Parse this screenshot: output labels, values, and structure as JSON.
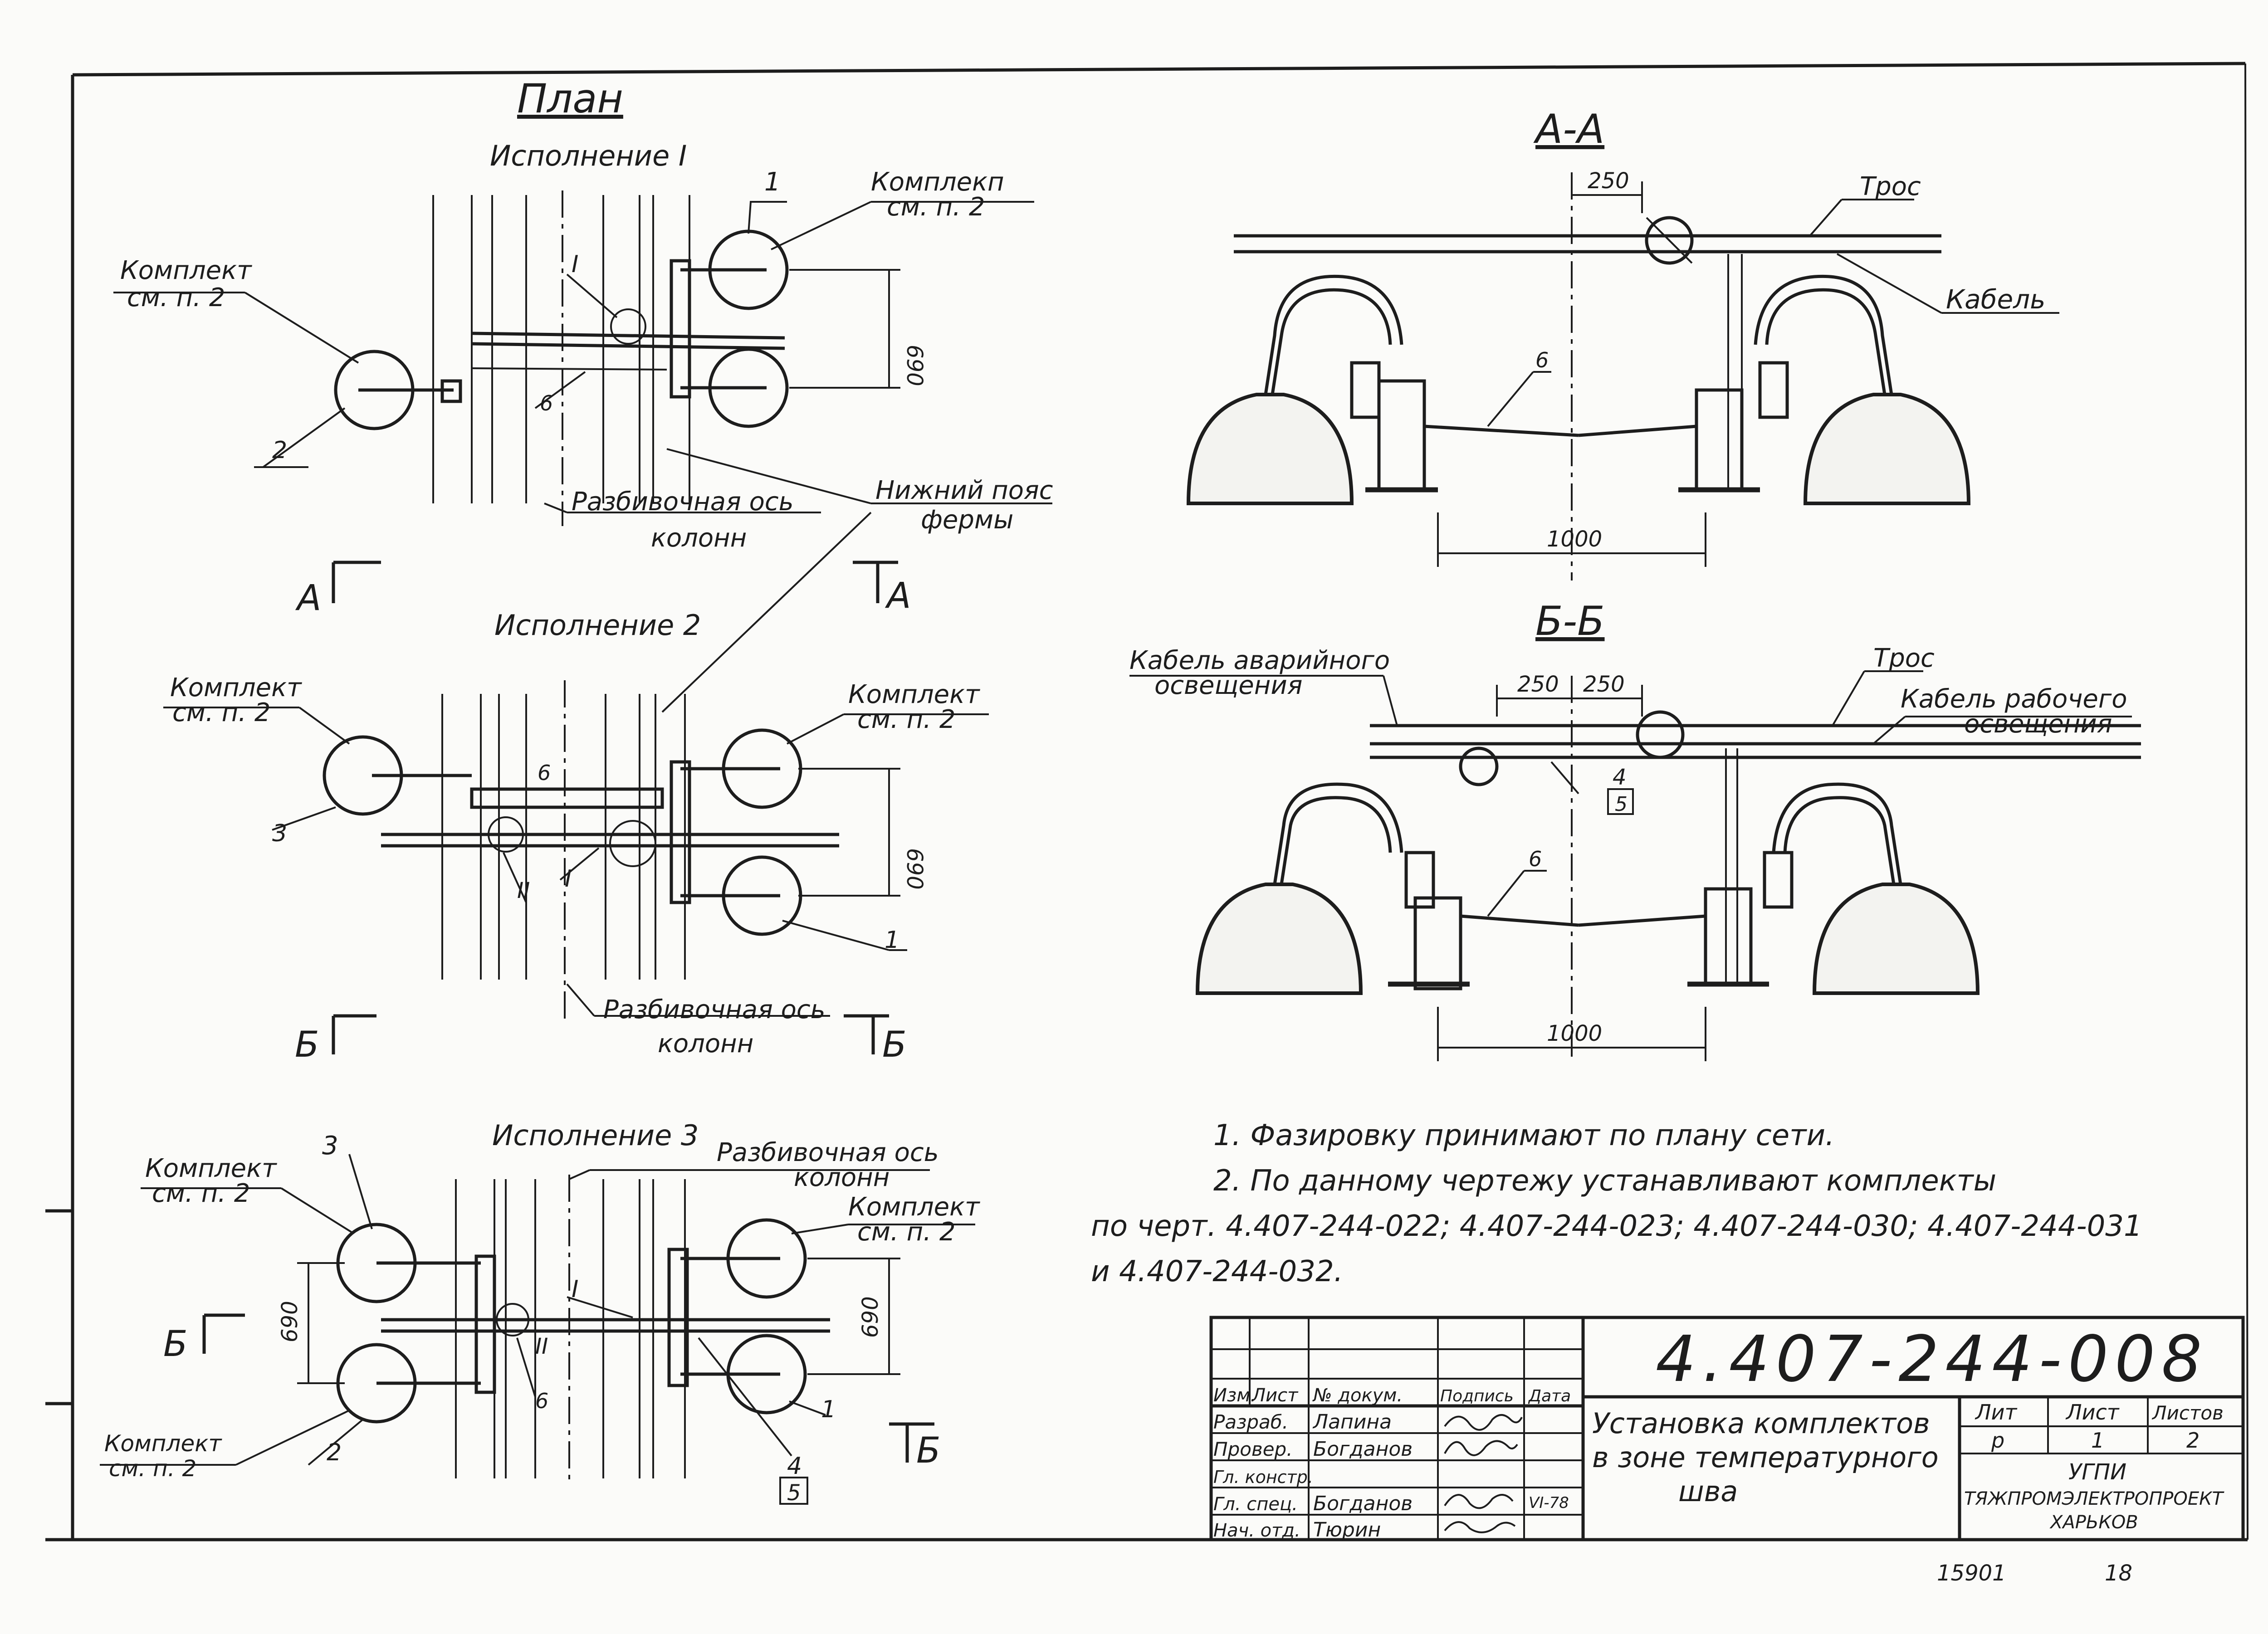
{
  "plan": {
    "title": "План",
    "variant1": "Исполнение I",
    "variant2": "Исполнение 2",
    "variant3": "Исполнение 3"
  },
  "labels": {
    "komplekt": "Комплект",
    "komplekt_ref": "см. п. 2",
    "komplekt_typo": "Комплекп",
    "axis_line1": "Разбивочная ось",
    "axis_line2": "колонн",
    "truss_line1": "Нижний пояс",
    "truss_line2": "фермы",
    "dim_690": "690",
    "item_1": "1",
    "item_2": "2",
    "item_3": "3",
    "item_4": "4",
    "item_5": "5",
    "item_6": "6",
    "node_I": "I",
    "node_II": "II",
    "cut_A": "А",
    "cut_B": "Б"
  },
  "section_aa": {
    "title": "А-А",
    "dim_250": "250",
    "dim_1000": "1000",
    "tros": "Трос",
    "kabel": "Кабель",
    "item_6": "6"
  },
  "section_bb": {
    "title": "Б-Б",
    "dim_250a": "250",
    "dim_250b": "250",
    "dim_1000": "1000",
    "tros": "Трос",
    "emergency_line1": "Кабель аварийного",
    "emergency_line2": "освещения",
    "working_line1": "Кабель рабочего",
    "working_line2": "освещения",
    "item_4": "4",
    "item_5": "5",
    "item_6": "6"
  },
  "notes": {
    "n1": "1. Фазировку принимают по плану сети.",
    "n2": "2. По данному чертежу устанавливают комплекты",
    "n2_line2": "по черт. 4.407-244-022; 4.407-244-023; 4.407-244-030; 4.407-244-031",
    "n2_line3": "и 4.407-244-032."
  },
  "title_block": {
    "doc_number": "4.407-244-008",
    "title_line1": "Установка комплектов",
    "title_line2": "в зоне температурного",
    "title_line3": "шва",
    "head_izm": "Изм.",
    "head_list": "Лист",
    "head_ndoc": "№ докум.",
    "head_podp": "Подпись",
    "head_data": "Дата",
    "roles": [
      "Разраб.",
      "Провер.",
      "Гл. констр.",
      "Гл. спец.",
      "Нач. отд."
    ],
    "names": [
      "Лапина",
      "Богданов",
      "",
      "Богданов",
      "Тюрин"
    ],
    "date_gl_spec": "VI-78",
    "lit_head": "Лит",
    "list_head": "Лист",
    "listov_head": "Листов",
    "lit": "р",
    "list": "1",
    "listov": "2",
    "org1": "УГПИ",
    "org2": "ТЯЖПРОМЭЛЕКТРОПРОЕКТ",
    "org3": "ХАРЬКОВ"
  },
  "footer": {
    "archive_no": "15901",
    "page_no": "18"
  }
}
